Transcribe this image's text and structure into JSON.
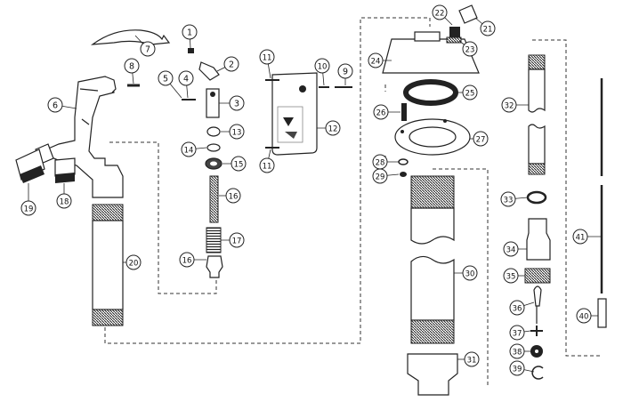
{
  "diagram": {
    "type": "exploded-parts-diagram",
    "callouts": [
      "1",
      "2",
      "3",
      "4",
      "5",
      "6",
      "7",
      "8",
      "9",
      "10",
      "11",
      "11",
      "12",
      "13",
      "14",
      "15",
      "16",
      "16",
      "17",
      "18",
      "19",
      "20",
      "21",
      "22",
      "23",
      "24",
      "25",
      "26",
      "27",
      "28",
      "29",
      "30",
      "31",
      "32",
      "33",
      "34",
      "35",
      "36",
      "37",
      "38",
      "39",
      "40",
      "41",
      "42"
    ]
  }
}
